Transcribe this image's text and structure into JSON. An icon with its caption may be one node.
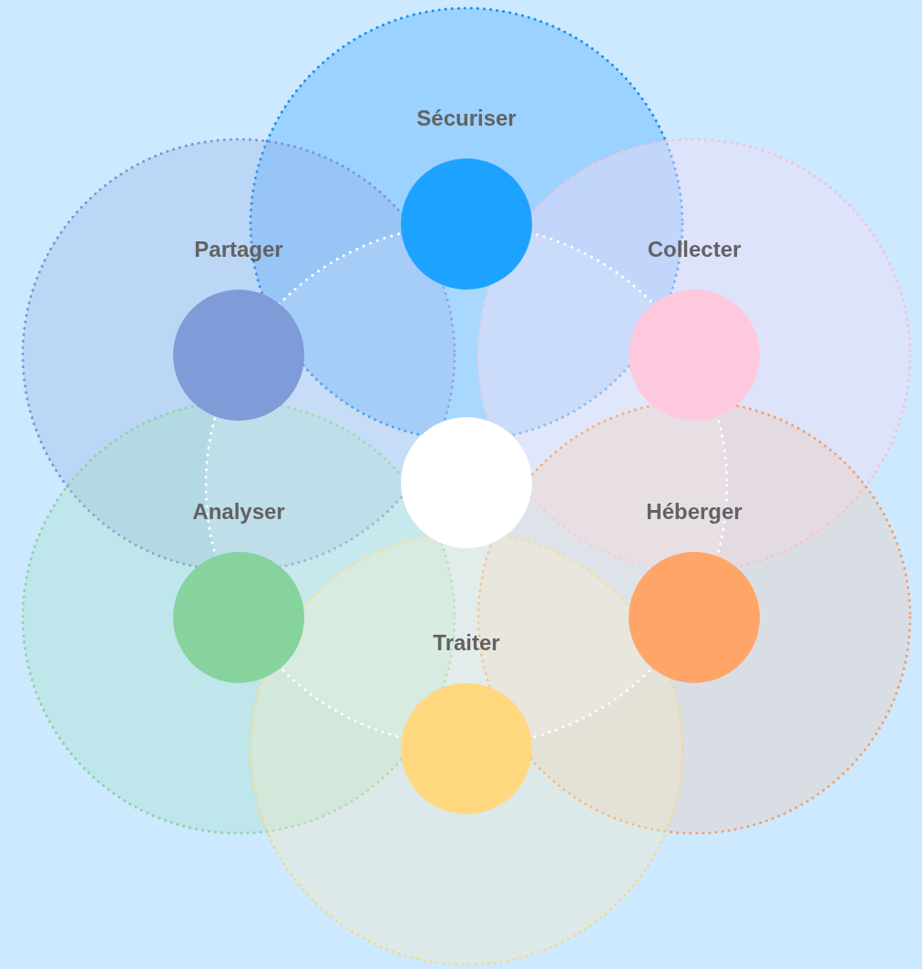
{
  "diagram": {
    "nodes": [
      {
        "text": [
          "Sécuriser"
        ]
      },
      {
        "text": [
          "Partager"
        ]
      },
      {
        "text": [
          "Collecter"
        ]
      },
      {
        "text": [],
        "shape": "circle"
      },
      {
        "text": [
          "Analyser"
        ]
      },
      {
        "text": [
          "Héberger"
        ]
      },
      {
        "text": [
          "Traiter"
        ]
      }
    ]
  }
}
